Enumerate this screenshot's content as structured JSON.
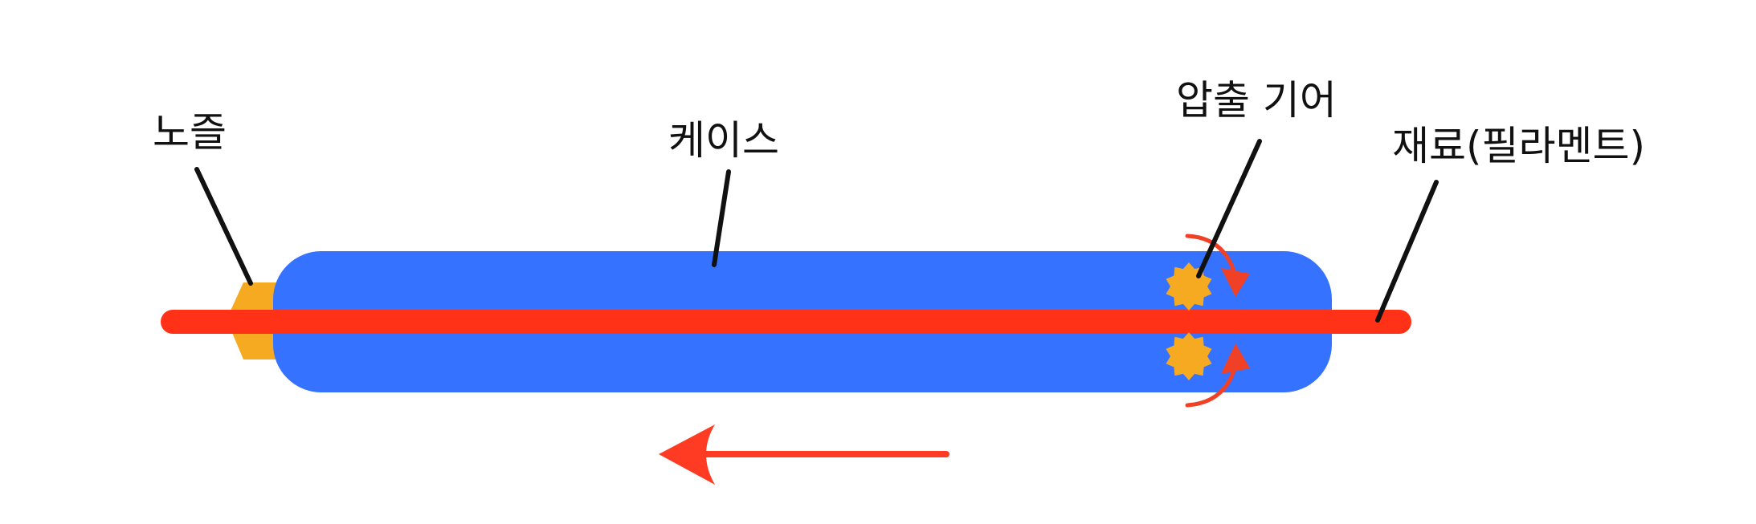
{
  "labels": {
    "nozzle": "노즐",
    "case": "케이스",
    "extrusion_gear": "압출 기어",
    "filament": "재료(필라멘트)"
  },
  "colors": {
    "case": "#3572FF",
    "filament": "#FF3217",
    "nozzle": "#F5AA22",
    "gear": "#F5AA22",
    "rotation_arrow": "#F04127",
    "direction_arrow": "#FF3B23",
    "leader_line": "#111111",
    "label_text": "#111111"
  },
  "icons": {
    "gear_top": "gear-icon",
    "gear_bottom": "gear-icon",
    "rotation_top": "clockwise-arrow-icon",
    "rotation_bottom": "counterclockwise-arrow-icon",
    "direction": "arrow-left-icon"
  },
  "movement_direction": "left"
}
